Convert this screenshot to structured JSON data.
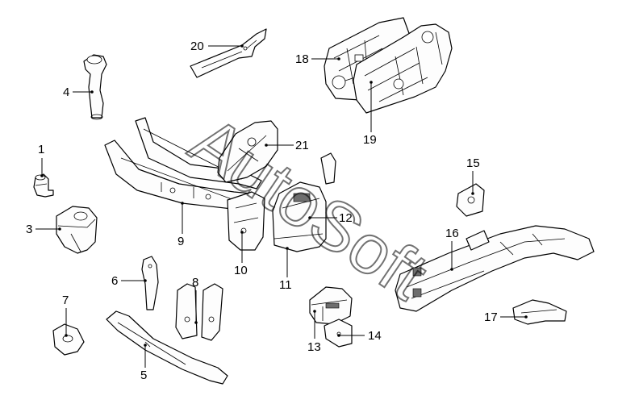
{
  "watermark": "AutoSoft",
  "callouts": {
    "p1": "1",
    "p2": "3",
    "p3": "4",
    "p4": "5",
    "p5": "6",
    "p6": "7",
    "p7": "8",
    "p8": "9",
    "p9": "10",
    "p10": "11",
    "p11": "12",
    "p12": "13",
    "p13": "14",
    "p14": "15",
    "p15": "16",
    "p16": "17",
    "p17": "18",
    "p18": "19",
    "p19": "20",
    "p20": "21"
  }
}
